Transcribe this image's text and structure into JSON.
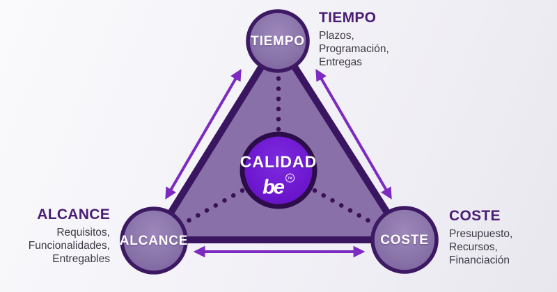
{
  "colors": {
    "background": "#f3f2f7",
    "triangle_fill": "#8a70a9",
    "dark_outline": "#3a1560",
    "vertex_circle_fill": "#8873a8",
    "center_circle_fill": "#6c17ce",
    "arrow": "#7c2abf",
    "dotted_line": "#3a1155",
    "heading_text": "#4a1d75",
    "body_text": "#3c3744",
    "circle_text": "#ffffff"
  },
  "center": {
    "label": "CALIDAD",
    "logo_text": "be",
    "trademark": "TM"
  },
  "nodes": {
    "tiempo": {
      "circle_label": "TIEMPO",
      "heading": "TIEMPO",
      "details": "Plazos,\nProgramación,\nEntregas"
    },
    "alcance": {
      "circle_label": "ALCANCE",
      "heading": "ALCANCE",
      "details": "Requisitos,\nFuncionalidades,\nEntregables"
    },
    "coste": {
      "circle_label": "COSTE",
      "heading": "COSTE",
      "details": "Presupuesto,\nRecursos,\nFinanciación"
    }
  }
}
